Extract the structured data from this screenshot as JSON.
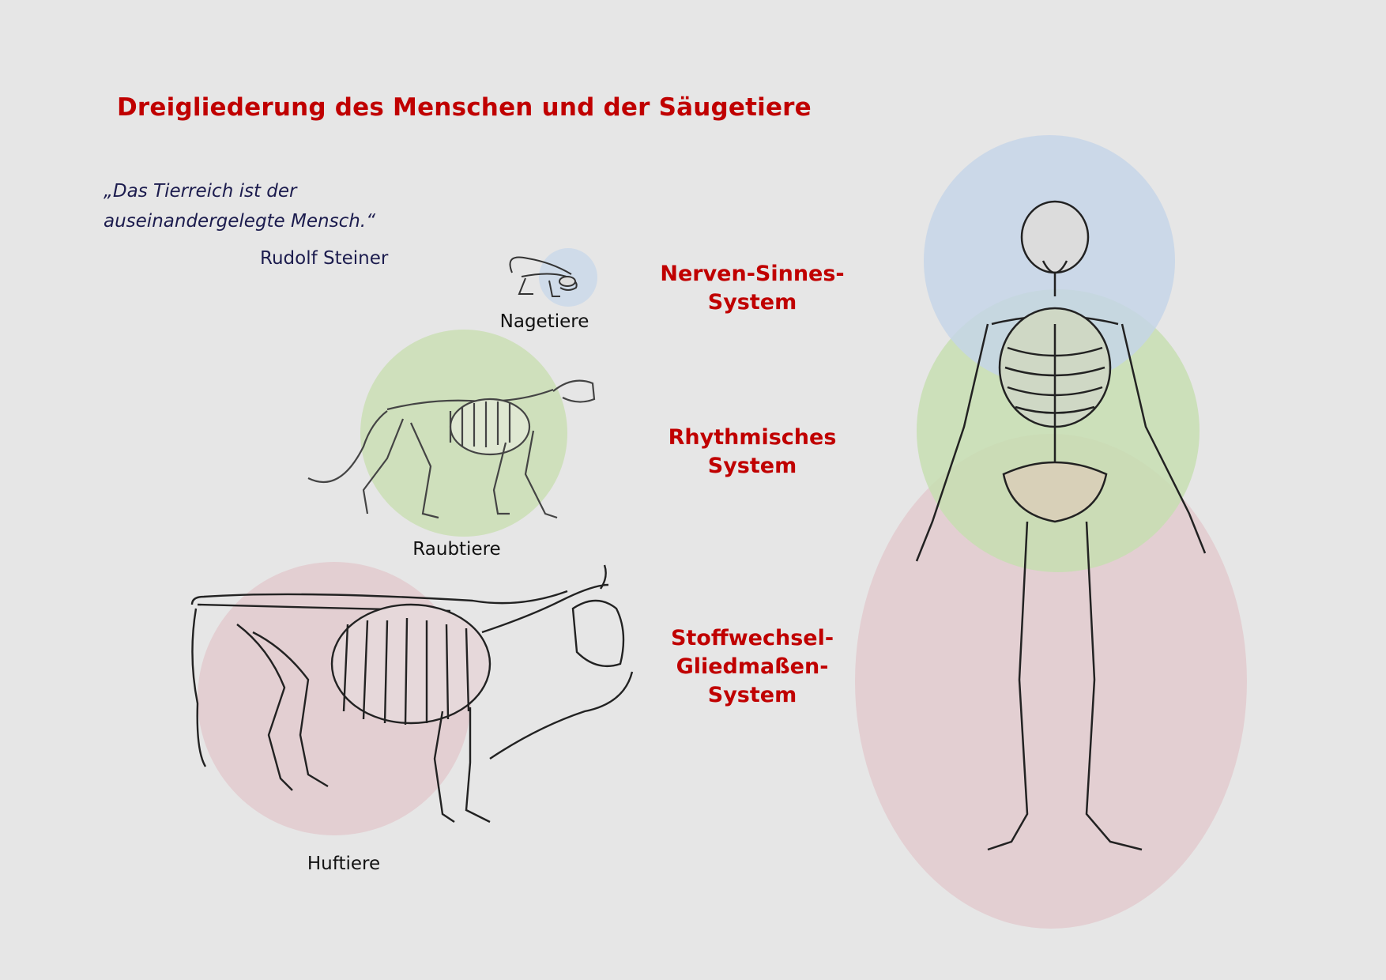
{
  "title": "Dreigliederung des Menschen und der Säugetiere",
  "quote": {
    "line1": "„Das Tierreich ist der",
    "line2": "auseinandergelegte Mensch.“",
    "author": "Rudolf Steiner"
  },
  "systems": [
    {
      "name": "nerve-sense",
      "lines": [
        "Nerven-Sinnes-",
        "System"
      ],
      "color": "#c8d6e8"
    },
    {
      "name": "rhythmic",
      "lines": [
        "Rhythmisches",
        "System"
      ],
      "color": "#cfe0bc"
    },
    {
      "name": "metabolic-limb",
      "lines": [
        "Stoffwechsel-",
        "Gliedmaßen-",
        "System"
      ],
      "color": "#e3cfd2"
    }
  ],
  "animals": [
    {
      "label": "Nagetiere",
      "icon": "rodent-skeleton-icon",
      "system": "nerve-sense"
    },
    {
      "label": "Raubtiere",
      "icon": "carnivore-skeleton-icon",
      "system": "rhythmic"
    },
    {
      "label": "Huftiere",
      "icon": "ungulate-skeleton-icon",
      "system": "metabolic-limb"
    }
  ],
  "human": {
    "icon": "human-skeleton-icon"
  },
  "colors": {
    "background": "#e6e6e6",
    "title": "#c00000",
    "quote": "#1c1c4e",
    "blue_circle": "#c8d6e8",
    "green_circle": "#cfe0bc",
    "pink_circle": "#e3cfd2"
  }
}
